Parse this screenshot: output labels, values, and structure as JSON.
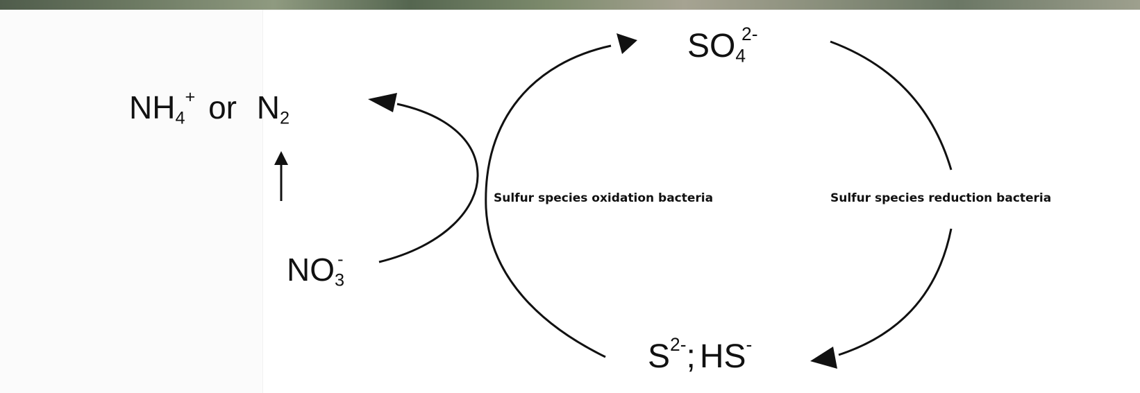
{
  "species": {
    "nh4": "NH",
    "nh4_sub": "4",
    "nh4_sup": "+",
    "or": "or",
    "n2": "N",
    "n2_sub": "2",
    "no3": "NO",
    "no3_sub": "3",
    "no3_sup": "-",
    "so4": "SO",
    "so4_sub": "4",
    "so4_sup": "2-",
    "s": "S",
    "s_sup": "2-",
    "sep": ";",
    "hs": "HS",
    "hs_sup": "-"
  },
  "labels": {
    "oxidation": "Sulfur species oxidation bacteria",
    "reduction": "Sulfur species reduction bacteria"
  }
}
